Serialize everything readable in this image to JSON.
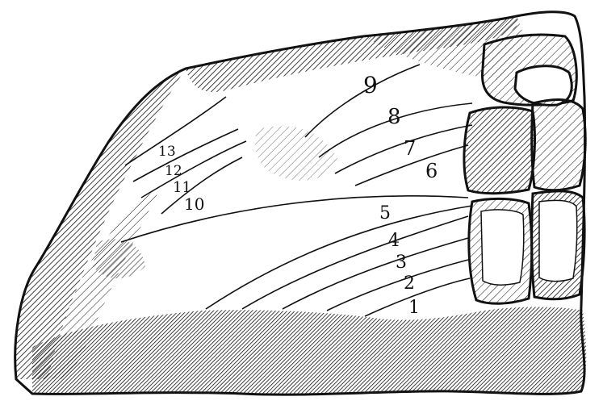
{
  "figure": {
    "description_labels": [
      {
        "id": "l1",
        "text": "1"
      },
      {
        "id": "l2",
        "text": "2"
      },
      {
        "id": "l3",
        "text": "3"
      },
      {
        "id": "l4",
        "text": "4"
      },
      {
        "id": "l5",
        "text": "5"
      },
      {
        "id": "l6",
        "text": "6"
      },
      {
        "id": "l7",
        "text": "7"
      },
      {
        "id": "l8",
        "text": "8"
      },
      {
        "id": "l9",
        "text": "9"
      },
      {
        "id": "l10",
        "text": "10"
      },
      {
        "id": "l11",
        "text": "11"
      },
      {
        "id": "l12",
        "text": "12"
      },
      {
        "id": "l13",
        "text": "13"
      }
    ],
    "colors": {
      "ink": "#111111",
      "paper": "#ffffff"
    }
  }
}
